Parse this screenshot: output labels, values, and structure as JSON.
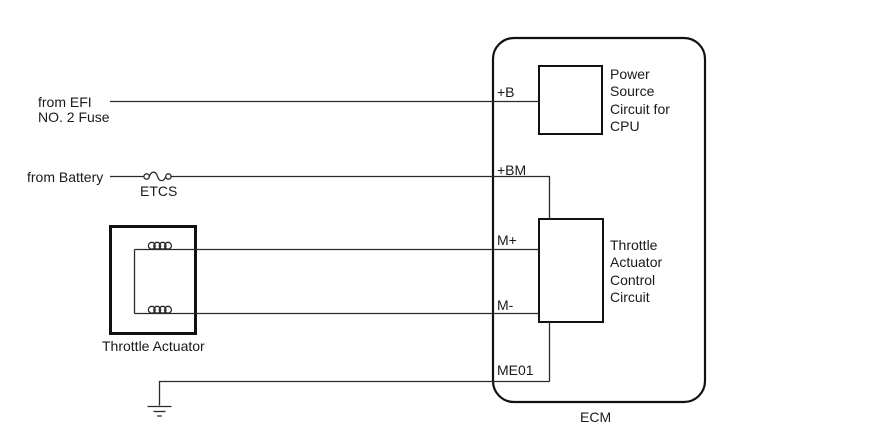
{
  "diagram": {
    "external": {
      "efi_label_line1": "from EFI",
      "efi_label_line2": "NO. 2 Fuse",
      "battery_label": "from Battery",
      "fuse_label": "ETCS",
      "actuator_label": "Throttle Actuator"
    },
    "ecm": {
      "label": "ECM",
      "terminals": {
        "b": "+B",
        "bm": "+BM",
        "m_plus": "M+",
        "m_minus": "M-",
        "me01": "ME01"
      },
      "power_block": {
        "line1": "Power",
        "line2": "Source",
        "line3": "Circuit for",
        "line4": "CPU"
      },
      "tac_block": {
        "line1": "Throttle",
        "line2": "Actuator",
        "line3": "Control",
        "line4": "Circuit"
      }
    },
    "colors": {
      "wire": "#2a2a2a",
      "box_border": "#111111",
      "text": "#1a1a1a",
      "background": "#ffffff"
    }
  }
}
